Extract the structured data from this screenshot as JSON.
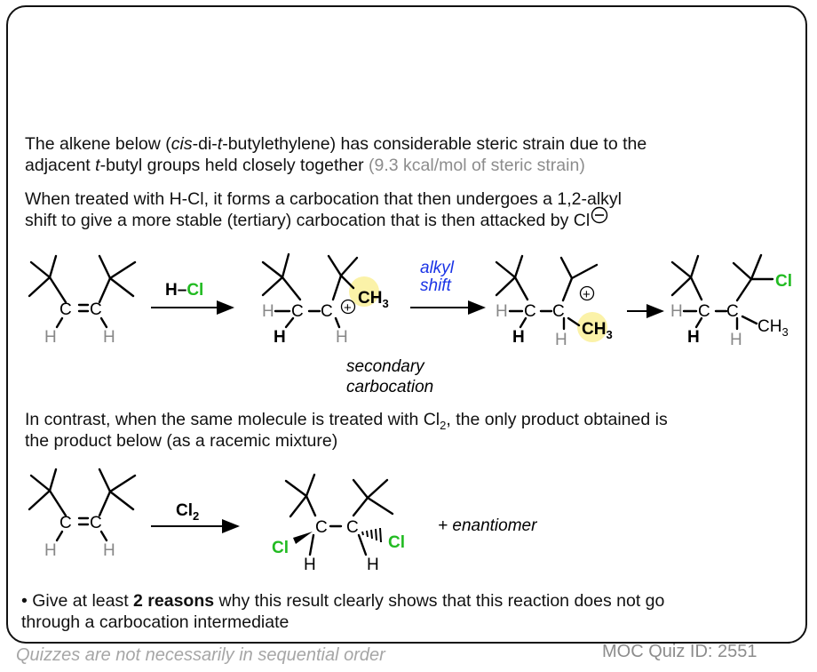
{
  "intro": {
    "line1_before": "The alkene below (",
    "line1_ital1": "cis",
    "line1_mid1": "-di-",
    "line1_ital2": "t",
    "line1_after": "-butylethylene) has considerable steric strain due to the",
    "line2_before": "adjacent ",
    "line2_ital": "t",
    "line2_after": "-butyl groups held closely together ",
    "line2_gray": "(9.3 kcal/mol of steric strain)"
  },
  "hcl_para": {
    "line1": "When treated with H-Cl, it forms a carbocation that then undergoes a 1,2-alkyl",
    "line2": "shift to give a more stable (tertiary) carbocation that is then attacked by Cl"
  },
  "cl2_para": {
    "line1_before": "In contrast, when the same molecule is treated with Cl",
    "line1_sub": "2",
    "line1_after": ", the only product obtained is",
    "line2": "the product below (as a racemic mixture)"
  },
  "question": {
    "bullet": "• Give at least ",
    "bold": "2 reasons",
    "rest": " why this result clearly shows that this reaction does not go",
    "line2": "through a carbocation intermediate"
  },
  "scheme1": {
    "reagent_h": "H",
    "reagent_dash": "–",
    "reagent_cl": "Cl",
    "shift_label_1": "alkyl",
    "shift_label_2": "shift",
    "secondary_1": "secondary",
    "secondary_2": "carbocation",
    "carbon": "C",
    "hydrogen": "H",
    "chlorine": "Cl",
    "methyl": "CH",
    "methyl_sub": "3",
    "plus": "+"
  },
  "scheme2": {
    "reagent": "Cl",
    "reagent_sub": "2",
    "enantiomer": "+ enantiomer"
  },
  "footer": {
    "left": "Quizzes are not necessarily in sequential order",
    "right": "MOC Quiz ID: 2551"
  },
  "colors": {
    "chlorine": "#22bb22",
    "shift_label": "#1a33e6",
    "highlight": "#fbf2a8",
    "gray_text": "#8c8c8c"
  }
}
